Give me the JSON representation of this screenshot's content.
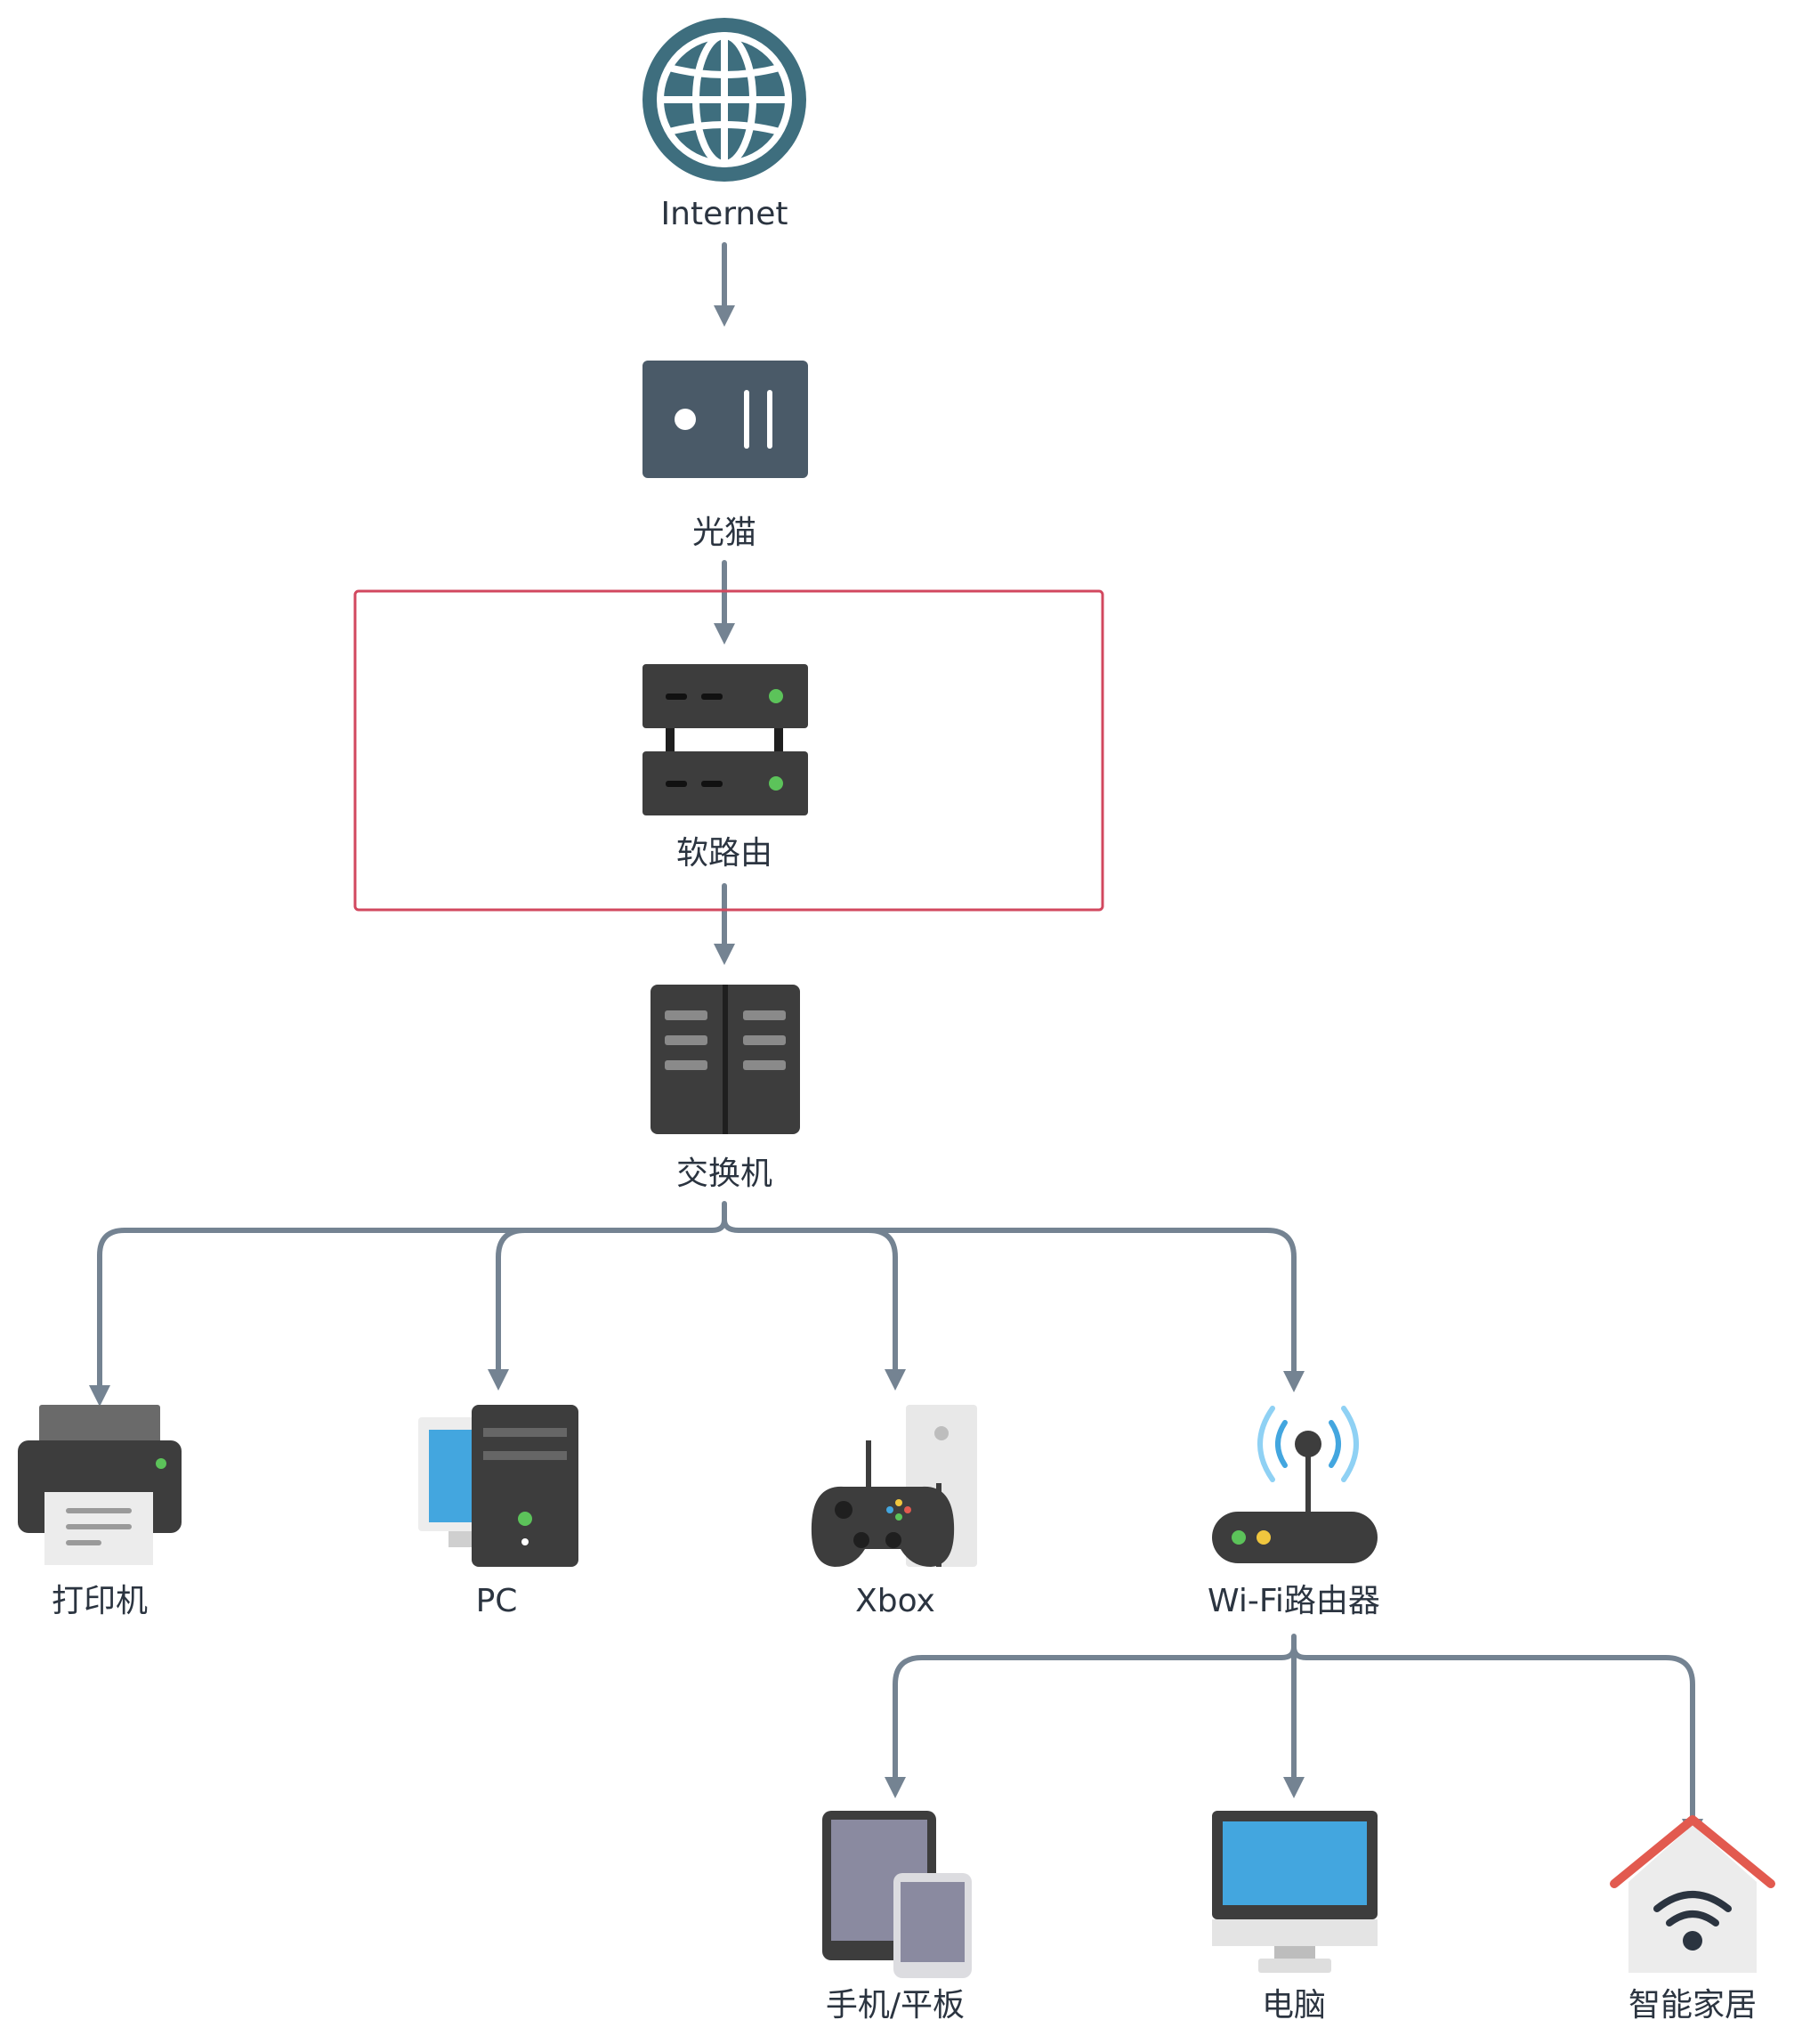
{
  "nodes": {
    "internet": "Internet",
    "modem": "光猫",
    "soft_router": "软路由",
    "switch": "交换机",
    "printer": "打印机",
    "pc": "PC",
    "xbox": "Xbox",
    "wifi_router": "Wi-Fi路由器",
    "phone_tablet": "手机/平板",
    "computer": "电脑",
    "smart_home": "智能家居"
  },
  "colors": {
    "connector": "#748392",
    "highlight_frame": "#d2485f",
    "globe": "#3e6e7e",
    "modem": "#4a5a68",
    "device_dark": "#3d3d3d",
    "led_green": "#5cc35a",
    "screen_blue": "#43a6df",
    "roof_red": "#e25a4f",
    "wifi_waves": "#8fd1f4"
  },
  "icons": [
    "globe-icon",
    "modem-icon",
    "soft-router-icon",
    "switch-icon",
    "printer-icon",
    "pc-icon",
    "xbox-icon",
    "wifi-router-icon",
    "phone-tablet-icon",
    "computer-icon",
    "smart-home-icon"
  ]
}
